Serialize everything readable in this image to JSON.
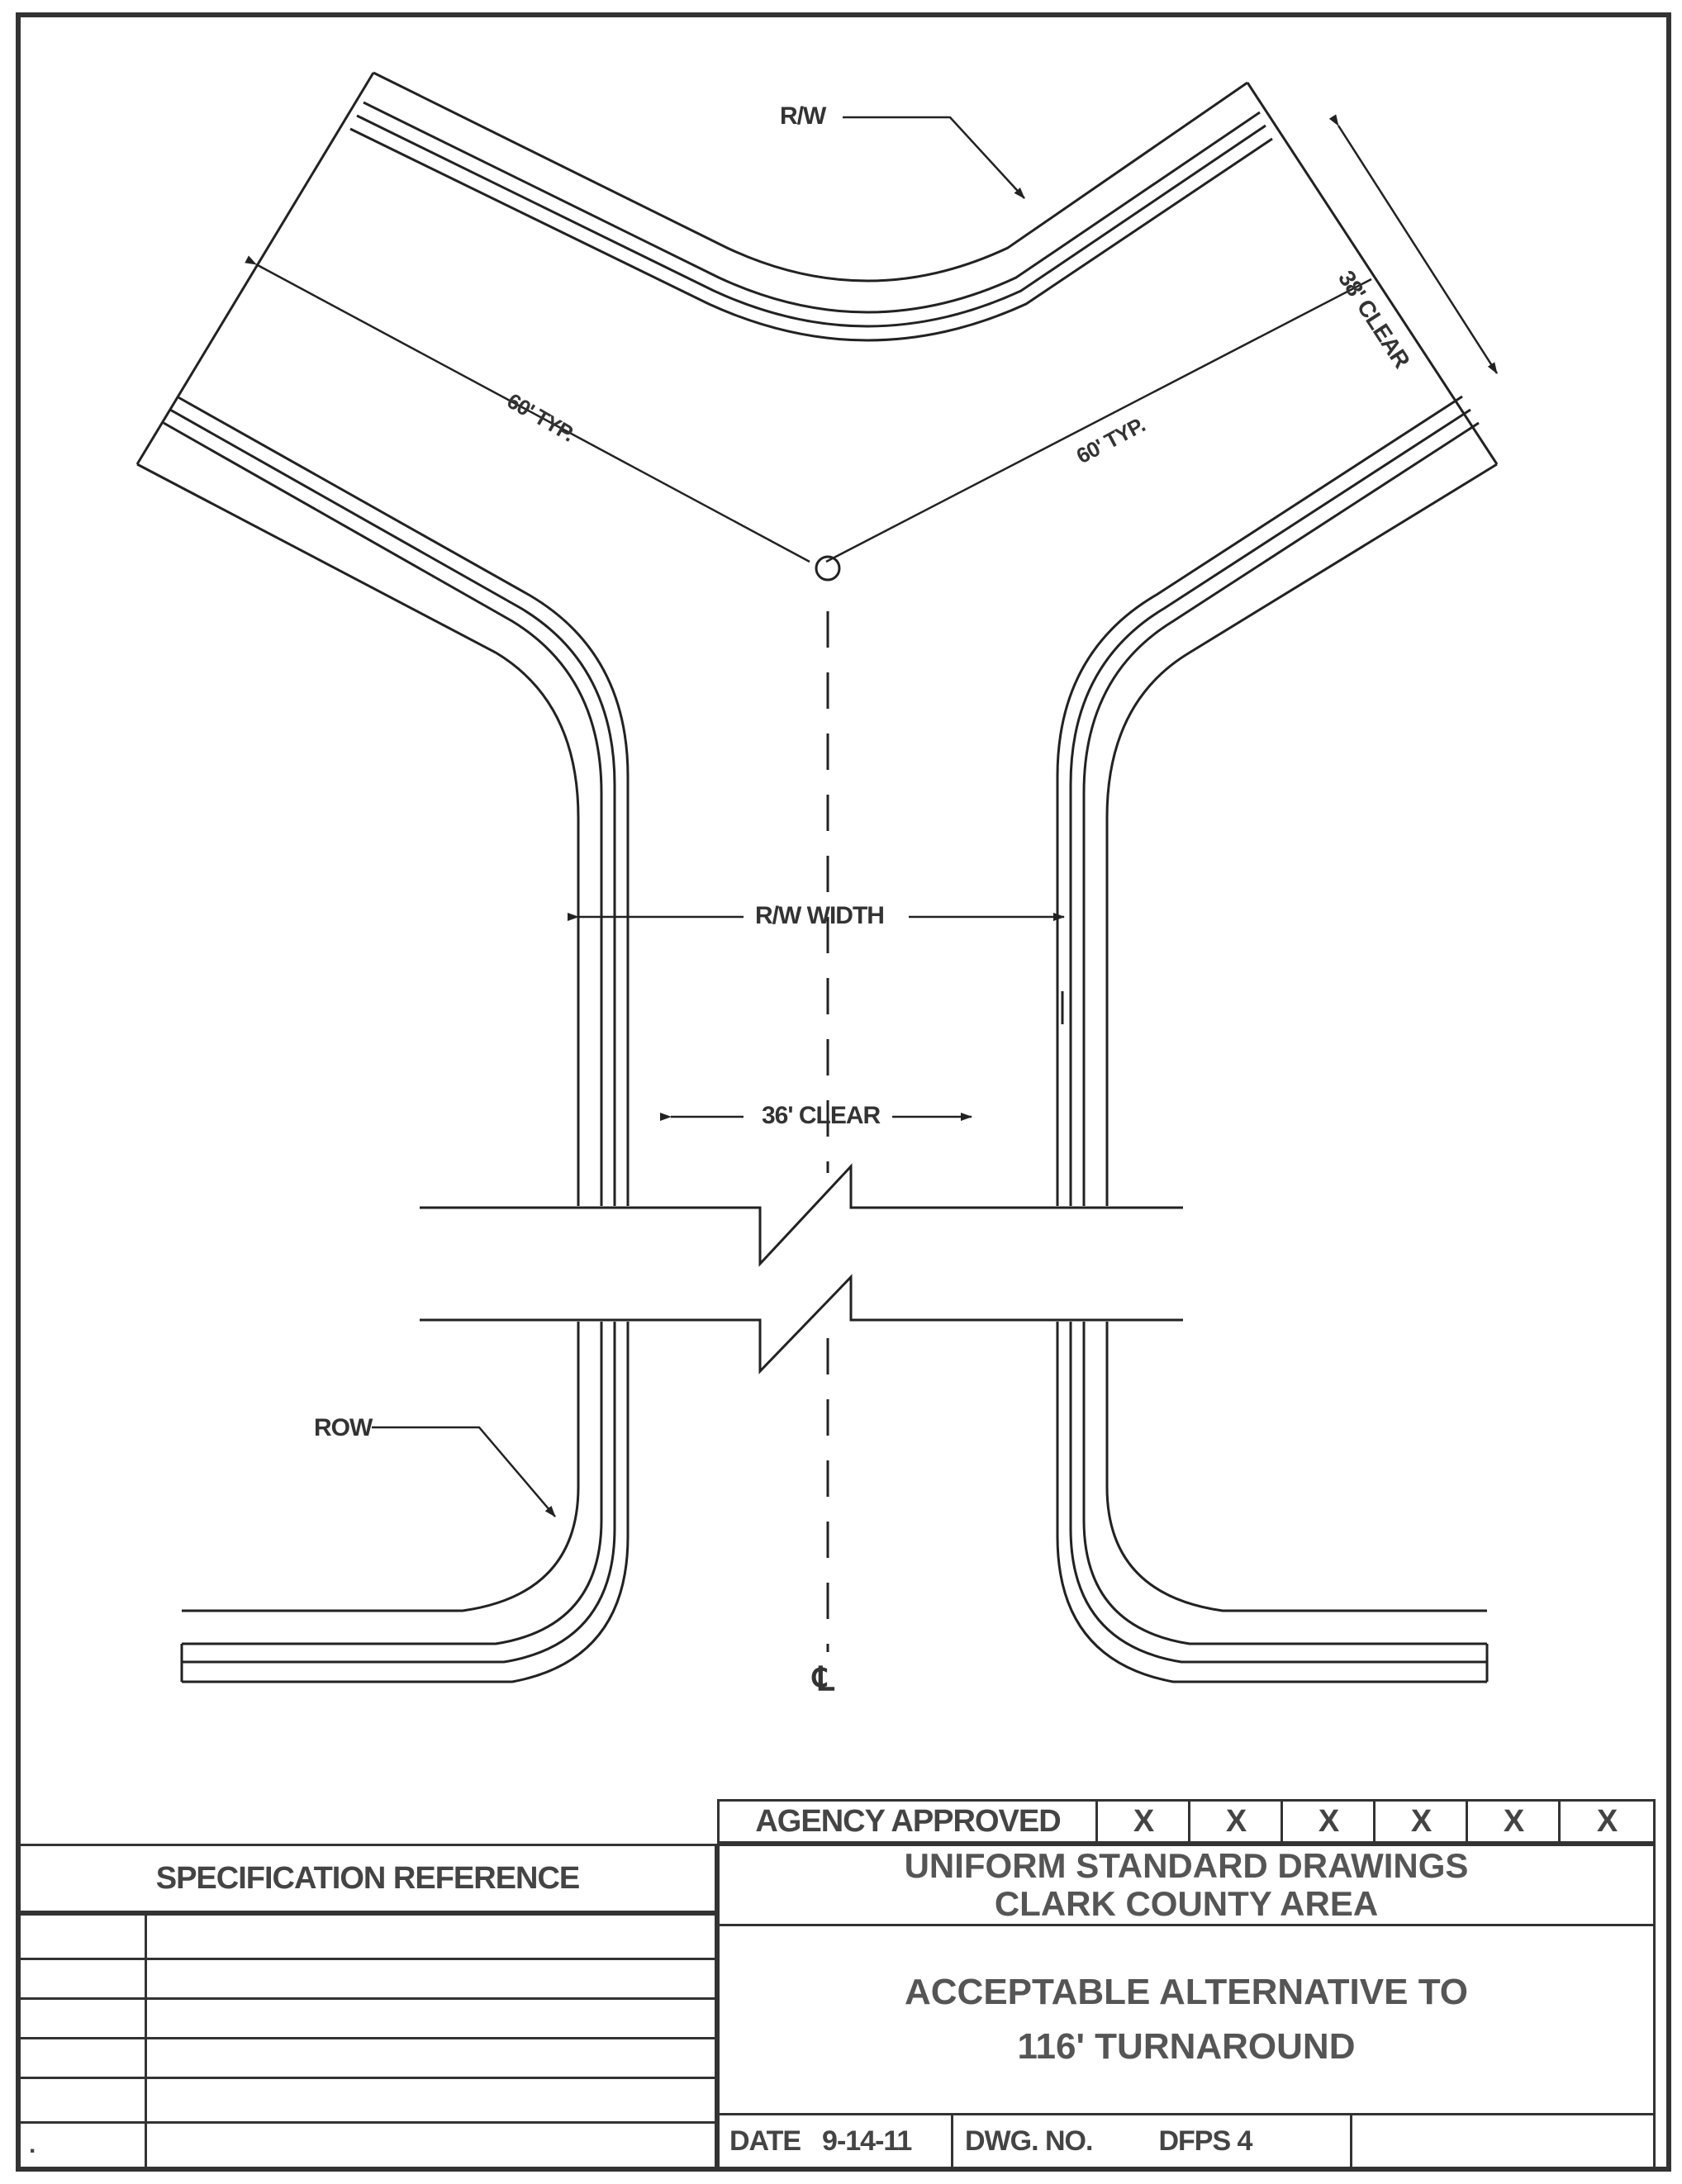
{
  "drawing": {
    "labels": {
      "rw_top": "R/W",
      "clear_diag": "38' CLEAR",
      "typ_left": "60' TYP.",
      "typ_right": "60' TYP.",
      "rw_width": "R/W WIDTH",
      "clear_stem": "36' CLEAR",
      "row_left": "ROW",
      "centerline": "℄"
    }
  },
  "title_block": {
    "agency_approved_label": "AGENCY APPROVED",
    "agency_marks": [
      "X",
      "X",
      "X",
      "X",
      "X",
      "X"
    ],
    "spec_reference_label": "SPECIFICATION REFERENCE",
    "spec_rows": [
      "",
      "",
      "",
      "",
      "",
      "."
    ],
    "org_line1": "UNIFORM STANDARD DRAWINGS",
    "org_line2": "CLARK COUNTY AREA",
    "title_line1": "ACCEPTABLE ALTERNATIVE TO",
    "title_line2": "116' TURNAROUND",
    "date_label": "DATE",
    "date_value": "9-14-11",
    "dwg_label": "DWG. NO.",
    "dwg_value": "DFPS 4"
  }
}
